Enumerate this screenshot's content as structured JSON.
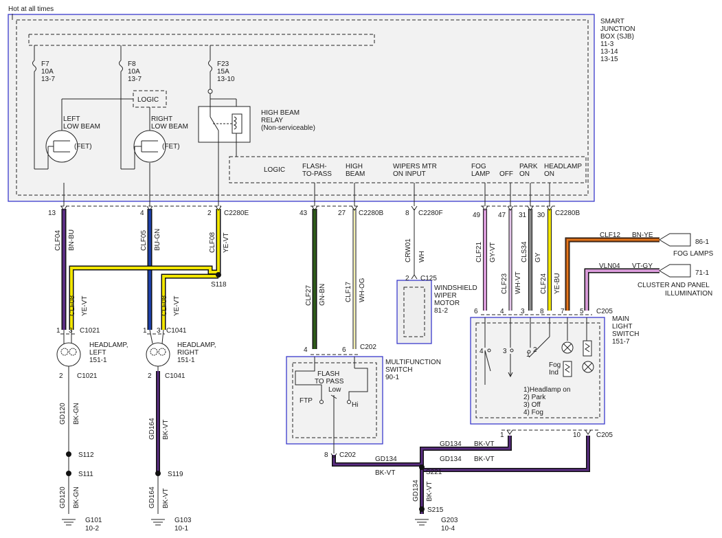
{
  "header": {
    "hot_label": "Hot at all times"
  },
  "sjb": {
    "title": [
      "SMART",
      "JUNCTION",
      "BOX (SJB)",
      "11-3",
      "13-14",
      "13-15"
    ],
    "fuses": [
      {
        "id": "F7",
        "rating": "10A",
        "ref": "13-7"
      },
      {
        "id": "F8",
        "rating": "10A",
        "ref": "13-7"
      },
      {
        "id": "F23",
        "rating": "15A",
        "ref": "13-10"
      }
    ],
    "logic_box": "LOGIC",
    "left_fet": [
      "LEFT",
      "LOW BEAM"
    ],
    "right_fet": [
      "RIGHT",
      "LOW BEAM"
    ],
    "fet": "(FET)",
    "relay": [
      "HIGH BEAM",
      "RELAY",
      "(Non-serviceable)"
    ],
    "inputs": {
      "logic": "LOGIC",
      "flash": [
        "FLASH-",
        "TO-PASS"
      ],
      "high_beam": [
        "HIGH",
        "BEAM"
      ],
      "wipers": [
        "WIPERS MTR",
        "ON INPUT"
      ],
      "fog": [
        "FOG",
        "LAMP"
      ],
      "off": "OFF",
      "park": [
        "PARK",
        "ON"
      ],
      "headlamp": [
        "HEADLAMP",
        "ON"
      ]
    }
  },
  "pins": {
    "p13": "13",
    "p4": "4",
    "p2": "2",
    "c2280e": "C2280E",
    "p43": "43",
    "p27": "27",
    "c2280b_a": "C2280B",
    "p8": "8",
    "c2280f": "C2280F",
    "p49": "49",
    "p47": "47",
    "p31": "31",
    "p30": "30",
    "c2280b_b": "C2280B"
  },
  "wires": {
    "clf04": "CLF04",
    "bn_bu": "BN-BU",
    "clf05": "CLF05",
    "bu_gn": "BU-GN",
    "clf08": "CLF08",
    "ye_vt": "YE-VT",
    "s118": "S118",
    "clf27": "CLF27",
    "gn_bn": "GN-BN",
    "clf17": "CLF17",
    "wh_og": "WH-OG",
    "crw01": "CRW01",
    "wh": "WH",
    "clf21": "CLF21",
    "gy_vt": "GY-VT",
    "clf23": "CLF23",
    "wh_vt": "WH-VT",
    "cls34": "CLS34",
    "gy": "GY",
    "clf24": "CLF24",
    "ye_bu": "YE-BU",
    "clf12": "CLF12",
    "bn_ye": "BN-YE",
    "vln04": "VLN04",
    "vt_gy": "VT-GY",
    "gd120": "GD120",
    "bk_gn": "BK-GN",
    "gd164": "GD164",
    "bk_vt": "BK-VT",
    "gd134": "GD134"
  },
  "components": {
    "hl_left": [
      "HEADLAMP,",
      "LEFT",
      "151-1"
    ],
    "hl_right": [
      "HEADLAMP,",
      "RIGHT",
      "151-1"
    ],
    "wiper": [
      "WINDSHIELD",
      "WIPER",
      "MOTOR",
      "81-2"
    ],
    "mfs": [
      "MULTIFUNCTION",
      "SWITCH",
      "90-1"
    ],
    "flash_to_pass": [
      "FLASH",
      "TO PASS"
    ],
    "low": "Low",
    "ftp": "FTP",
    "hi": "Hi",
    "mls": [
      "MAIN",
      "LIGHT",
      "SWITCH",
      "151-7"
    ],
    "fog_ind": [
      "Fog",
      "Ind"
    ],
    "mls_legend": [
      "1)Headlamp on",
      "2) Park",
      "3) Off",
      "4) Fog"
    ],
    "fog_lamps": [
      "86-1",
      "FOG LAMPS"
    ],
    "cluster": [
      "71-1",
      "CLUSTER AND PANEL",
      "ILLUMINATION"
    ]
  },
  "connectors": {
    "c1021": "C1021",
    "c1041": "C1041",
    "c125": "C125",
    "c202": "C202",
    "c205": "C205",
    "n1": "1",
    "n2": "2",
    "n3": "3",
    "n4": "4",
    "n5": "5",
    "n6": "6",
    "n7": "7",
    "n8": "8",
    "n10": "10"
  },
  "splices": {
    "s112": "S112",
    "s111": "S111",
    "s119": "S119",
    "s221": "S221",
    "s215": "S215"
  },
  "grounds": {
    "g101": [
      "G101",
      "10-2"
    ],
    "g103": [
      "G103",
      "10-1"
    ],
    "g203": [
      "G203",
      "10-4"
    ]
  },
  "colors": {
    "purple": "#5a2d82",
    "blue": "#1c3fa8",
    "yellow": "#f2e600",
    "green": "#2f5a1a",
    "white": "#ffffff",
    "pink": "#d79ad7",
    "gray": "#8a8a8a",
    "brown": "#8b4513",
    "orange": "#e8791d",
    "black": "#111111"
  }
}
